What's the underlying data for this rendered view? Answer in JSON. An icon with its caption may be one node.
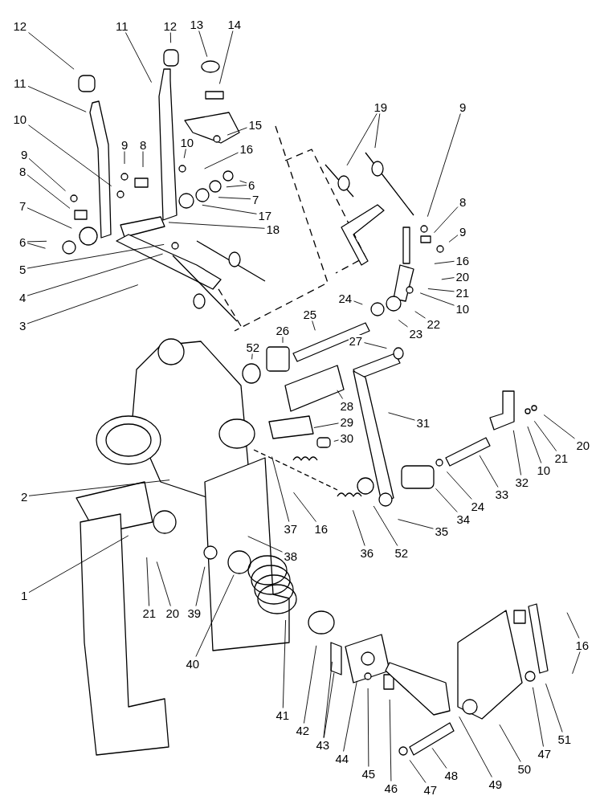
{
  "diagram": {
    "nodes": [
      {
        "text": [
          "12"
        ]
      },
      {
        "text": [
          "11"
        ]
      },
      {
        "text": [
          "10"
        ]
      },
      {
        "text": [
          "9"
        ]
      },
      {
        "text": [
          "8"
        ]
      },
      {
        "text": [
          "7"
        ]
      },
      {
        "text": [
          "6"
        ]
      },
      {
        "text": [
          "5"
        ]
      },
      {
        "text": [
          "4"
        ]
      },
      {
        "text": [
          "3"
        ]
      },
      {
        "text": [
          "11"
        ]
      },
      {
        "text": [
          "12"
        ]
      },
      {
        "text": [
          "13"
        ]
      },
      {
        "text": [
          "14"
        ]
      },
      {
        "text": [
          "15"
        ]
      },
      {
        "text": [
          "16"
        ]
      },
      {
        "text": [
          "10"
        ]
      },
      {
        "text": [
          "9"
        ]
      },
      {
        "text": [
          "8"
        ]
      },
      {
        "text": [
          "6"
        ]
      },
      {
        "text": [
          "7"
        ]
      },
      {
        "text": [
          "17"
        ]
      },
      {
        "text": [
          "18"
        ]
      },
      {
        "text": [
          "19"
        ]
      },
      {
        "text": [
          "9"
        ]
      },
      {
        "text": [
          "8"
        ]
      },
      {
        "text": [
          "9"
        ]
      },
      {
        "text": [
          "16"
        ]
      },
      {
        "text": [
          "20"
        ]
      },
      {
        "text": [
          "21"
        ]
      },
      {
        "text": [
          "10"
        ]
      },
      {
        "text": [
          "22"
        ]
      },
      {
        "text": [
          "23"
        ]
      },
      {
        "text": [
          "24"
        ]
      },
      {
        "text": [
          "25"
        ]
      },
      {
        "text": [
          "26"
        ]
      },
      {
        "text": [
          "52"
        ]
      },
      {
        "text": [
          "27"
        ]
      },
      {
        "text": [
          "28"
        ]
      },
      {
        "text": [
          "29"
        ]
      },
      {
        "text": [
          "30"
        ]
      },
      {
        "text": [
          "31"
        ]
      },
      {
        "text": [
          "32"
        ]
      },
      {
        "text": [
          "20"
        ]
      },
      {
        "text": [
          "21"
        ]
      },
      {
        "text": [
          "10"
        ]
      },
      {
        "text": [
          "33"
        ]
      },
      {
        "text": [
          "24"
        ]
      },
      {
        "text": [
          "34"
        ]
      },
      {
        "text": [
          "35"
        ]
      },
      {
        "text": [
          "52"
        ]
      },
      {
        "text": [
          "36"
        ]
      },
      {
        "text": [
          "16"
        ]
      },
      {
        "text": [
          "37"
        ]
      },
      {
        "text": [
          "2"
        ]
      },
      {
        "text": [
          "38"
        ]
      },
      {
        "text": [
          "1"
        ]
      },
      {
        "text": [
          "21"
        ]
      },
      {
        "text": [
          "20"
        ]
      },
      {
        "text": [
          "39"
        ]
      },
      {
        "text": [
          "40"
        ]
      },
      {
        "text": [
          "41"
        ]
      },
      {
        "text": [
          "42"
        ]
      },
      {
        "text": [
          "43"
        ]
      },
      {
        "text": [
          "44"
        ]
      },
      {
        "text": [
          "45"
        ]
      },
      {
        "text": [
          "46"
        ]
      },
      {
        "text": [
          "47"
        ]
      },
      {
        "text": [
          "48"
        ]
      },
      {
        "text": [
          "49"
        ]
      },
      {
        "text": [
          "50"
        ]
      },
      {
        "text": [
          "47"
        ]
      },
      {
        "text": [
          "51"
        ]
      },
      {
        "text": [
          "16"
        ]
      }
    ],
    "edges": [
      {
        "from": 0,
        "to": null,
        "arrow": "none"
      },
      {
        "from": 1,
        "to": null,
        "arrow": "none"
      },
      {
        "from": 2,
        "to": null,
        "arrow": "none"
      },
      {
        "from": 3,
        "to": null,
        "arrow": "none"
      },
      {
        "from": 4,
        "to": null,
        "arrow": "none"
      },
      {
        "from": 5,
        "to": null,
        "arrow": "none"
      },
      {
        "from": 6,
        "to": null,
        "arrow": "none"
      },
      {
        "from": 6,
        "to": null,
        "arrow": "none"
      },
      {
        "from": 7,
        "to": null,
        "arrow": "none"
      },
      {
        "from": 8,
        "to": null,
        "arrow": "none"
      },
      {
        "from": 9,
        "to": null,
        "arrow": "none"
      },
      {
        "from": 10,
        "to": null,
        "arrow": "none"
      },
      {
        "from": 11,
        "to": null,
        "arrow": "none"
      },
      {
        "from": 12,
        "to": null,
        "arrow": "none"
      },
      {
        "from": 13,
        "to": null,
        "arrow": "none"
      },
      {
        "from": 14,
        "to": null,
        "arrow": "none"
      },
      {
        "from": 15,
        "to": null,
        "arrow": "none"
      },
      {
        "from": 16,
        "to": null,
        "arrow": "none"
      },
      {
        "from": 17,
        "to": null,
        "arrow": "none"
      },
      {
        "from": 18,
        "to": null,
        "arrow": "none"
      },
      {
        "from": 19,
        "to": null,
        "arrow": "none"
      },
      {
        "from": 19,
        "to": null,
        "arrow": "none"
      },
      {
        "from": 20,
        "to": null,
        "arrow": "none"
      },
      {
        "from": 21,
        "to": null,
        "arrow": "none"
      },
      {
        "from": 22,
        "to": null,
        "arrow": "none"
      },
      {
        "from": 23,
        "to": null,
        "arrow": "none"
      },
      {
        "from": 23,
        "to": null,
        "arrow": "none"
      },
      {
        "from": 24,
        "to": null,
        "arrow": "none"
      },
      {
        "from": 25,
        "to": null,
        "arrow": "none"
      },
      {
        "from": 26,
        "to": null,
        "arrow": "none"
      },
      {
        "from": 27,
        "to": null,
        "arrow": "none"
      },
      {
        "from": 28,
        "to": null,
        "arrow": "none"
      },
      {
        "from": 29,
        "to": null,
        "arrow": "none"
      },
      {
        "from": 30,
        "to": null,
        "arrow": "none"
      },
      {
        "from": 31,
        "to": null,
        "arrow": "none"
      },
      {
        "from": 32,
        "to": null,
        "arrow": "none"
      },
      {
        "from": 33,
        "to": null,
        "arrow": "none"
      },
      {
        "from": 34,
        "to": null,
        "arrow": "none"
      },
      {
        "from": 35,
        "to": null,
        "arrow": "none"
      },
      {
        "from": 36,
        "to": null,
        "arrow": "none"
      },
      {
        "from": 37,
        "to": null,
        "arrow": "none"
      },
      {
        "from": 38,
        "to": null,
        "arrow": "none"
      },
      {
        "from": 39,
        "to": null,
        "arrow": "none"
      },
      {
        "from": 40,
        "to": null,
        "arrow": "none"
      },
      {
        "from": 41,
        "to": null,
        "arrow": "none"
      },
      {
        "from": 42,
        "to": null,
        "arrow": "none"
      },
      {
        "from": 43,
        "to": null,
        "arrow": "none"
      },
      {
        "from": 44,
        "to": null,
        "arrow": "none"
      },
      {
        "from": 45,
        "to": null,
        "arrow": "none"
      },
      {
        "from": 46,
        "to": null,
        "arrow": "none"
      },
      {
        "from": 47,
        "to": null,
        "arrow": "none"
      },
      {
        "from": 48,
        "to": null,
        "arrow": "none"
      },
      {
        "from": 49,
        "to": null,
        "arrow": "none"
      },
      {
        "from": 50,
        "to": null,
        "arrow": "none"
      },
      {
        "from": 51,
        "to": null,
        "arrow": "none"
      },
      {
        "from": 52,
        "to": null,
        "arrow": "none"
      },
      {
        "from": 53,
        "to": null,
        "arrow": "none"
      },
      {
        "from": 54,
        "to": null,
        "arrow": "none"
      },
      {
        "from": 55,
        "to": null,
        "arrow": "none"
      },
      {
        "from": 56,
        "to": null,
        "arrow": "none"
      },
      {
        "from": 57,
        "to": null,
        "arrow": "none"
      },
      {
        "from": 58,
        "to": null,
        "arrow": "none"
      },
      {
        "from": 59,
        "to": null,
        "arrow": "none"
      },
      {
        "from": 60,
        "to": null,
        "arrow": "none"
      },
      {
        "from": 61,
        "to": null,
        "arrow": "none"
      },
      {
        "from": 62,
        "to": null,
        "arrow": "none"
      },
      {
        "from": 63,
        "to": null,
        "arrow": "none"
      },
      {
        "from": 63,
        "to": null,
        "arrow": "none"
      },
      {
        "from": 64,
        "to": null,
        "arrow": "none"
      },
      {
        "from": 65,
        "to": null,
        "arrow": "none"
      },
      {
        "from": 66,
        "to": null,
        "arrow": "none"
      },
      {
        "from": 67,
        "to": null,
        "arrow": "none"
      },
      {
        "from": 68,
        "to": null,
        "arrow": "none"
      },
      {
        "from": 69,
        "to": null,
        "arrow": "none"
      },
      {
        "from": 70,
        "to": null,
        "arrow": "none"
      },
      {
        "from": 71,
        "to": null,
        "arrow": "none"
      },
      {
        "from": 72,
        "to": null,
        "arrow": "none"
      },
      {
        "from": 73,
        "to": null,
        "arrow": "none"
      },
      {
        "from": 73,
        "to": null,
        "arrow": "none"
      }
    ]
  }
}
